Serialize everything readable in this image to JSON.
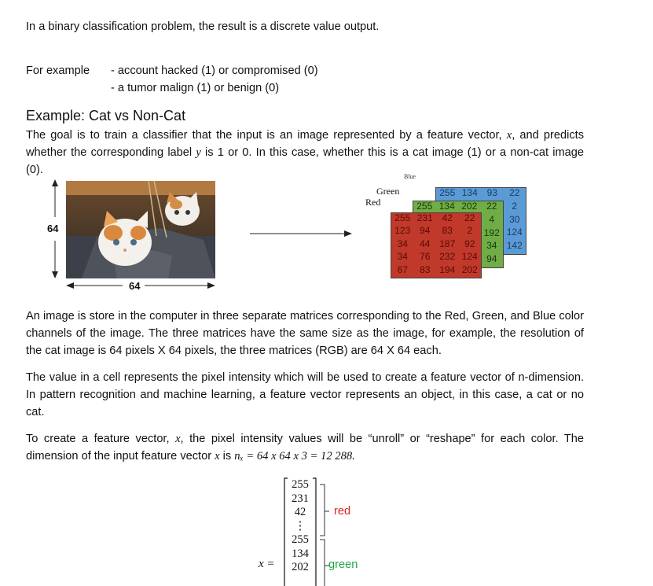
{
  "intro": "In a binary classification problem, the result is a discrete value output.",
  "for_example_label": "For example",
  "examples": [
    "- account hacked (1) or compromised (0)",
    "- a tumor malign (1) or benign (0)"
  ],
  "section_title": "Example: Cat vs Non-Cat",
  "goal": {
    "p1": "The goal is to train a classifier that the input is an image represented by a feature vector, ",
    "x": "x",
    "p2": ", and predicts whether the corresponding label ",
    "y": "y",
    "p3": " is 1 or 0. In this case, whether this is a cat image (1) or a non-cat image (0)."
  },
  "figure": {
    "height_label": "64",
    "width_label": "64",
    "green_label": "Green",
    "red_label": "Red",
    "blue_label": "Blue",
    "blue_matrix": [
      "255",
      "134",
      "93",
      "22",
      "",
      "",
      "",
      "2",
      "",
      "",
      "",
      "30",
      "",
      "",
      "",
      "124",
      "",
      "",
      "",
      "142"
    ],
    "green_matrix": [
      "255",
      "134",
      "202",
      "22",
      "",
      "",
      "",
      "4",
      "",
      "",
      "",
      "192",
      "",
      "",
      "",
      "34",
      "",
      "",
      "",
      "94"
    ],
    "red_matrix": [
      "255",
      "231",
      "42",
      "22",
      "123",
      "94",
      "83",
      "2",
      "34",
      "44",
      "187",
      "92",
      "34",
      "76",
      "232",
      "124",
      "67",
      "83",
      "194",
      "202"
    ]
  },
  "para1": "An image is store in the computer in three separate matrices corresponding to the Red, Green, and Blue color channels of the image. The three matrices have the same size as the image, for example, the resolution of the cat image is 64 pixels X 64 pixels, the three matrices (RGB) are 64 X 64 each.",
  "para2": "The value in a cell represents the pixel intensity which will be used to create a feature vector of n-dimension. In pattern recognition and machine learning, a feature vector represents an object, in this case, a cat or no cat.",
  "para3": {
    "p1": "To create a feature vector, ",
    "x": "x",
    "p2": ", the pixel intensity values will be “unroll” or “reshape” for each color. The dimension of the input feature vector ",
    "x2": "x",
    "p3": " is ",
    "formula": "nₓ = 64 x 64 x 3 = 12 288."
  },
  "vector": {
    "lhs": "x =",
    "values": [
      "255",
      "231",
      "42",
      "⋮",
      "255",
      "134",
      "202"
    ],
    "red_label": "red",
    "green_label": "green"
  },
  "colors": {
    "red_label": "#e0201b",
    "green_label": "#1fa64a"
  }
}
